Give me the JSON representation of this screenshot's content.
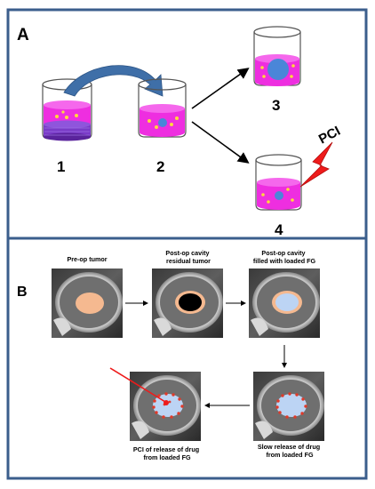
{
  "panel_a": {
    "letter": "A",
    "beaker_labels": [
      "1",
      "2",
      "3",
      "4"
    ],
    "pci_label": "PCI"
  },
  "panel_b": {
    "letter": "B",
    "scan_captions": [
      [
        "Pre-op tumor"
      ],
      [
        "Post-op cavity",
        "residual tumor"
      ],
      [
        "Post-op cavity",
        "filled with loaded FG"
      ],
      [
        "Slow release of drug",
        "from loaded FG"
      ],
      [
        "PCI of release of drug",
        "from loaded FG"
      ]
    ]
  },
  "colors": {
    "frame_border": "#3b5e8c",
    "liquid_magenta": "#ee2ee0",
    "disc_purple": "#7a3bc8",
    "bead_yellow": "#ffd93a",
    "bead_blue": "#4a86d8",
    "curved_arrow_blue": "#3f6fa8",
    "pci_red": "#ee1b1b",
    "tumor_peach": "#f5b990",
    "gel_lightblue": "#bcd4f4"
  },
  "icons": [
    "beaker-icon",
    "curved-arrow-icon",
    "lightning-bolt-icon",
    "mri-scan-icon",
    "laser-beam-icon"
  ]
}
